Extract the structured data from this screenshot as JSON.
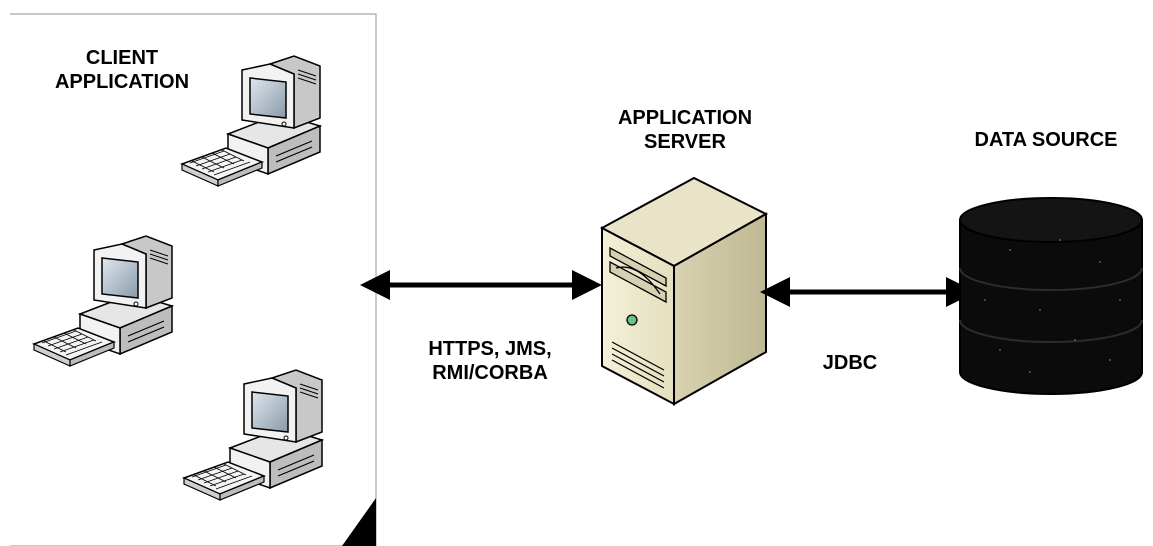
{
  "client": {
    "title_line1": "CLIENT",
    "title_line2": "APPLICATION"
  },
  "server": {
    "title_line1": "APPLICATION",
    "title_line2": "SERVER"
  },
  "datasource": {
    "title": "DATA SOURCE"
  },
  "links": {
    "client_server_line1": "HTTPS, JMS,",
    "client_server_line2": "RMI/CORBA",
    "server_db": "JDBC"
  },
  "icons": {
    "client": "desktop-computer-icon",
    "server": "tower-server-icon",
    "datasource": "database-cylinder-icon"
  }
}
